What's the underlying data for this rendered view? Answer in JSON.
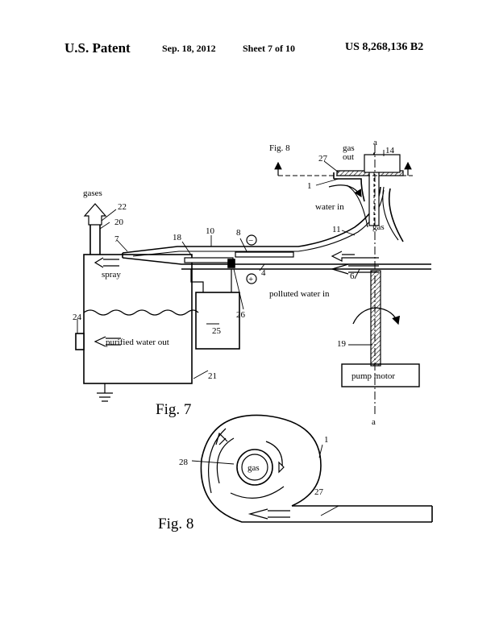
{
  "header": {
    "publication": "U.S. Patent",
    "date": "Sep. 18, 2012",
    "sheet": "Sheet 7 of 10",
    "patent_number": "US 8,268,136 B2"
  },
  "fig7": {
    "caption": "Fig. 7",
    "labels": {
      "gases": "gases",
      "spray": "spray",
      "purified_water_out": "purified water out",
      "polluted_water_in": "polluted water in",
      "water_in": "water in",
      "gas_out": "gas\nout",
      "gas": "gas",
      "fig8_ref": "Fig. 8",
      "pump_motor": "pump motor",
      "axis_top": "a",
      "axis_bottom": "a",
      "minus": "−",
      "plus": "+"
    },
    "reference_numerals": [
      "22",
      "20",
      "7",
      "18",
      "10",
      "8",
      "4",
      "26",
      "25",
      "24",
      "21",
      "6",
      "11",
      "1",
      "27",
      "14",
      "19"
    ]
  },
  "fig8": {
    "caption": "Fig. 8",
    "labels": {
      "gas": "gas"
    },
    "reference_numerals": [
      "28",
      "1",
      "27"
    ]
  }
}
